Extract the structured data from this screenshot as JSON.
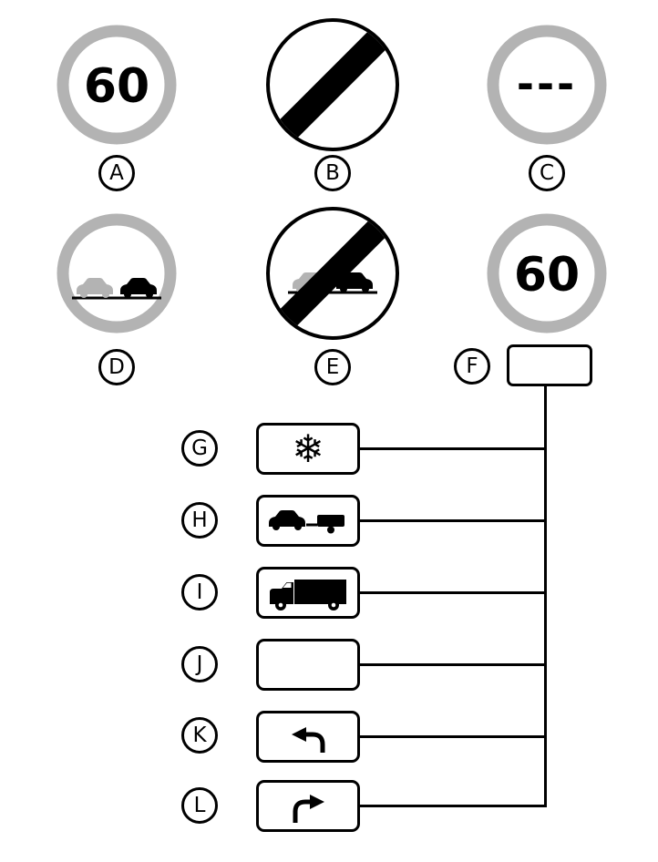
{
  "colors": {
    "ring_gray": "#b3b3b3",
    "stroke_black": "#000000",
    "car_light_gray": "#b3b3b3",
    "car_black": "#000000"
  },
  "signs": {
    "a": {
      "label": "A",
      "value": "60"
    },
    "b": {
      "label": "B"
    },
    "c": {
      "label": "C",
      "value": "---"
    },
    "d": {
      "label": "D"
    },
    "e": {
      "label": "E"
    },
    "f": {
      "label": "F",
      "value": "60"
    }
  },
  "answer_box": {
    "value": ""
  },
  "options": {
    "g": {
      "label": "G",
      "icon": "snowflake-icon",
      "glyph": "❄"
    },
    "h": {
      "label": "H",
      "icon": "car-with-trailer-icon"
    },
    "i": {
      "label": "I",
      "icon": "truck-icon"
    },
    "j": {
      "label": "J",
      "icon": "blank"
    },
    "k": {
      "label": "K",
      "icon": "turn-left-arrow-icon"
    },
    "l": {
      "label": "L",
      "icon": "turn-right-arrow-icon"
    }
  }
}
